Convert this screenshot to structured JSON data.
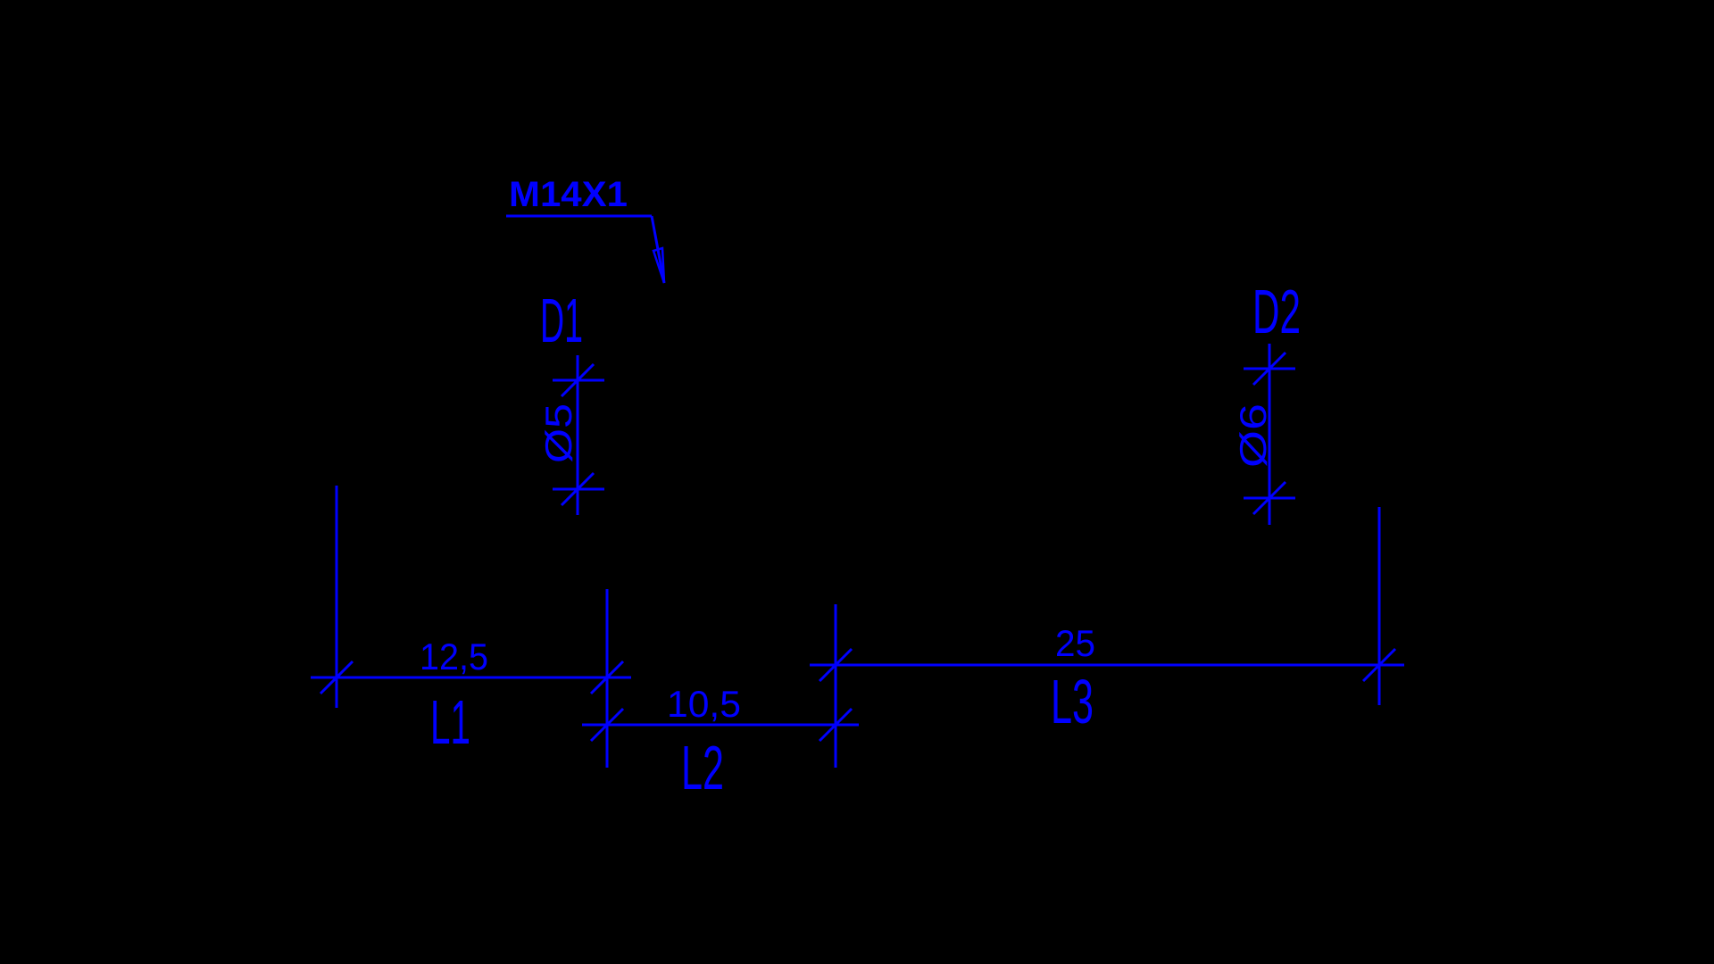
{
  "drawing": {
    "type": "cad-dimension-drawing",
    "background_color": "#000000",
    "line_color": "#0000FF"
  },
  "callout": {
    "thread_label": "M14X1"
  },
  "dimensions": {
    "d1": {
      "label": "D1",
      "value": "Ø5"
    },
    "d2": {
      "label": "D2",
      "value": "Ø6"
    },
    "l1": {
      "label": "L1",
      "value": "12,5"
    },
    "l2": {
      "label": "L2",
      "value": "10,5"
    },
    "l3": {
      "label": "L3",
      "value": "25"
    }
  }
}
